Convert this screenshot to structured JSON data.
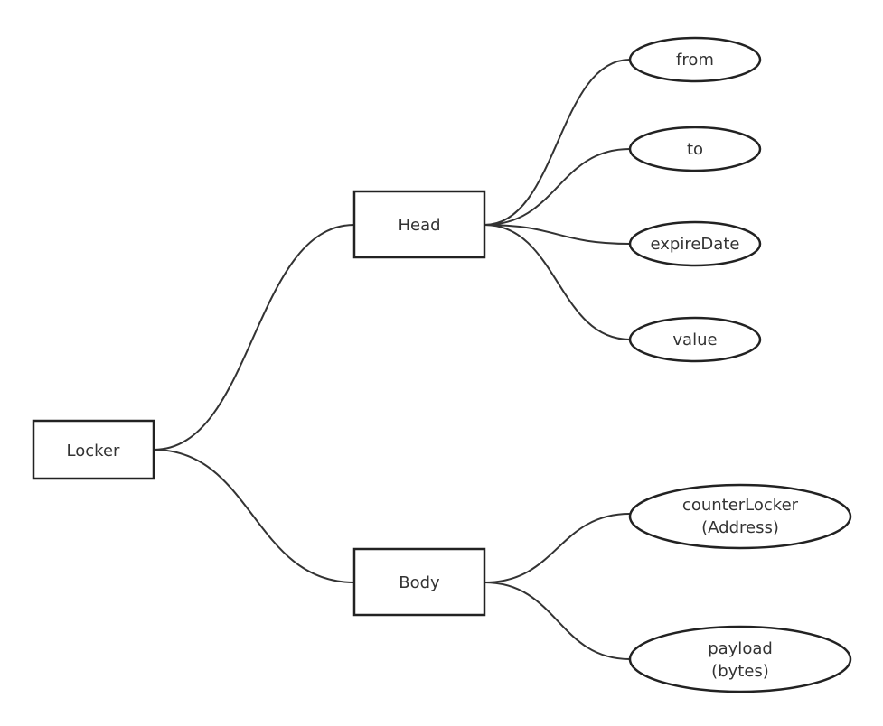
{
  "diagram": {
    "type": "mind-map",
    "stroke_color": "#333333",
    "node_border_color": "#222222",
    "text_color": "#333333",
    "background_color": "#ffffff",
    "nodes": {
      "locker": {
        "label": "Locker",
        "shape": "rectangle"
      },
      "head": {
        "label": "Head",
        "shape": "rectangle"
      },
      "body": {
        "label": "Body",
        "shape": "rectangle"
      },
      "from": {
        "label": "from",
        "shape": "ellipse"
      },
      "to": {
        "label": "to",
        "shape": "ellipse"
      },
      "expire_date": {
        "label": "expireDate",
        "shape": "ellipse"
      },
      "value": {
        "label": "value",
        "shape": "ellipse"
      },
      "counter_locker": {
        "label_line1": "counterLocker",
        "label_line2": "(Address)",
        "shape": "ellipse"
      },
      "payload": {
        "label_line1": "payload",
        "label_line2": "(bytes)",
        "shape": "ellipse"
      }
    },
    "edges": [
      {
        "from": "Locker",
        "to": "Head"
      },
      {
        "from": "Locker",
        "to": "Body"
      },
      {
        "from": "Head",
        "to": "from"
      },
      {
        "from": "Head",
        "to": "to"
      },
      {
        "from": "Head",
        "to": "expireDate"
      },
      {
        "from": "Head",
        "to": "value"
      },
      {
        "from": "Body",
        "to": "counterLocker"
      },
      {
        "from": "Body",
        "to": "payload"
      }
    ]
  }
}
